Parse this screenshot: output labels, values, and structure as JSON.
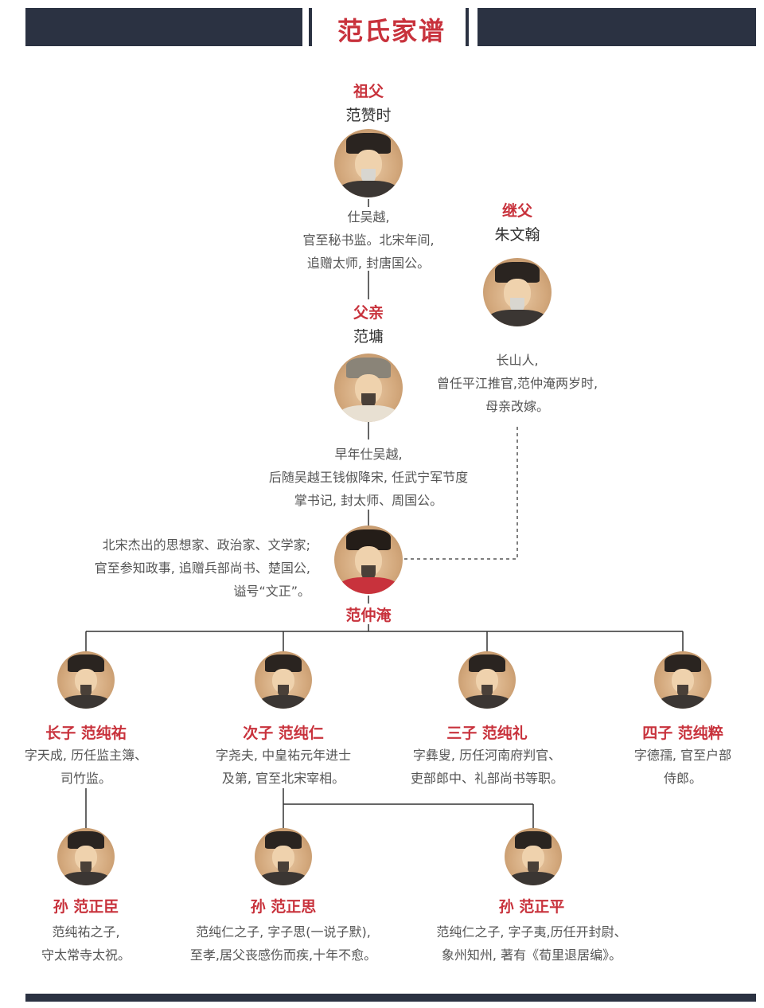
{
  "header": {
    "title": "范氏家谱"
  },
  "grandfather": {
    "role": "祖父",
    "name": "范赞时",
    "desc": [
      "仕吴越,",
      "官至秘书监。北宋年间,",
      "追赠太师, 封唐国公。"
    ]
  },
  "stepfather": {
    "role": "继父",
    "name": "朱文翰",
    "desc": [
      "长山人,",
      "曾任平江推官,范仲淹两岁时,",
      "母亲改嫁。"
    ]
  },
  "father": {
    "role": "父亲",
    "name": "范墉",
    "desc": [
      "早年仕吴越,",
      "后随吴越王钱俶降宋, 任武宁军节度",
      "掌书记, 封太师、周国公。"
    ]
  },
  "main": {
    "name": "范仲淹",
    "desc": [
      "北宋杰出的思想家、政治家、文学家;",
      "官至参知政事, 追赠兵部尚书、楚国公,",
      "谥号“文正”。"
    ]
  },
  "sons": [
    {
      "role": "长子 范纯祐",
      "desc": [
        "字天成, 历任监主簿、",
        "司竹监。"
      ]
    },
    {
      "role": "次子 范纯仁",
      "desc": [
        "字尧夫, 中皇祐元年进士",
        "及第, 官至北宋宰相。"
      ]
    },
    {
      "role": "三子 范纯礼",
      "desc": [
        "字彝叟, 历任河南府判官、",
        "吏部郎中、礼部尚书等职。"
      ]
    },
    {
      "role": "四子 范纯粹",
      "desc": [
        "字德孺, 官至户部",
        "侍郎。"
      ]
    }
  ],
  "grandsons": [
    {
      "role": "孙 范正臣",
      "desc": [
        "范纯祐之子,",
        "守太常寺太祝。"
      ]
    },
    {
      "role": "孙 范正思",
      "desc": [
        "范纯仁之子, 字子思(一说子默),",
        "至孝,居父丧感伤而疾,十年不愈。"
      ]
    },
    {
      "role": "孙 范正平",
      "desc": [
        "范纯仁之子, 字子夷,历任开封尉、",
        "象州知州, 著有《荀里退居编》。"
      ]
    }
  ],
  "colors": {
    "accent": "#c8323c",
    "dark": "#2b3242",
    "line": "#333333"
  }
}
